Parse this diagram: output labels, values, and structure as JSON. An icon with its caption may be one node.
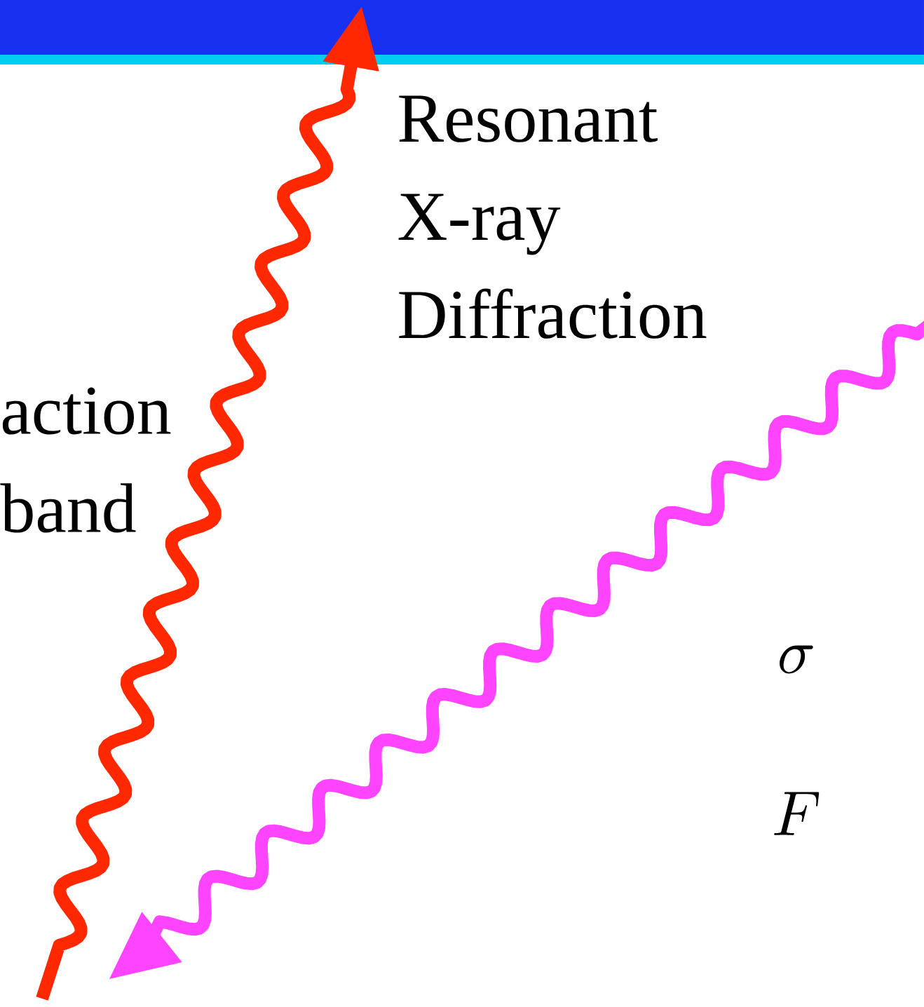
{
  "diagram": {
    "labels": [
      "Resonant X-ray Diffraction",
      "action band",
      "\\sigma",
      "F"
    ]
  }
}
